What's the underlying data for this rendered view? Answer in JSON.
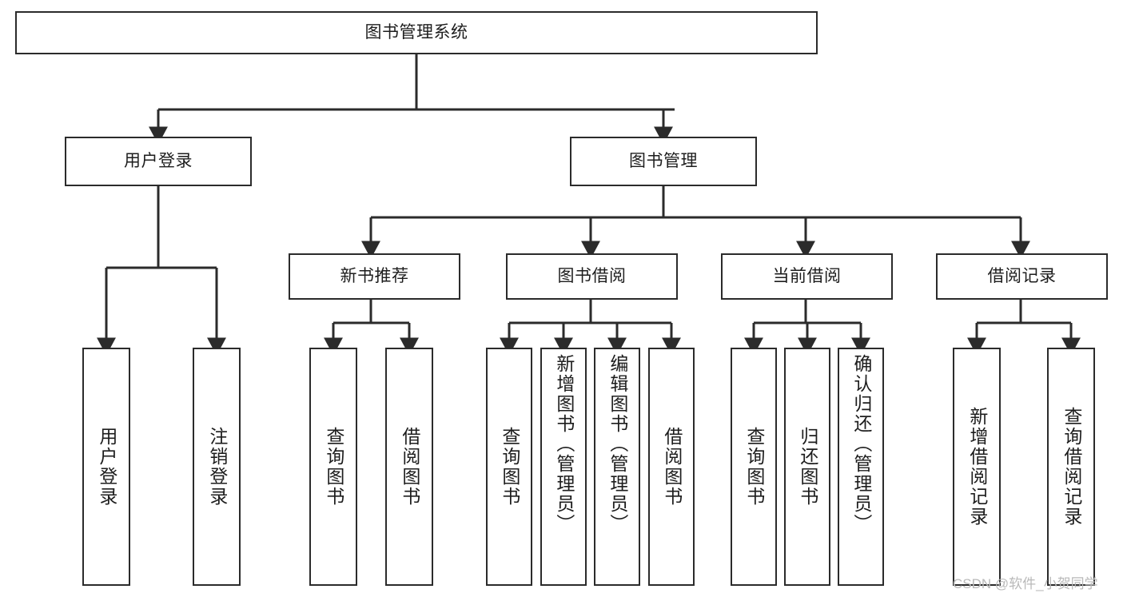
{
  "diagram": {
    "type": "hierarchy-tree",
    "title": "图书管理系统",
    "background_color": "#ffffff",
    "node_border_color": "#2b2b2b",
    "edge_color": "#2b2b2b",
    "nodes": {
      "root": {
        "label": "图书管理系统",
        "level": 0,
        "orientation": "horizontal"
      },
      "user_login": {
        "label": "用户登录",
        "level": 1,
        "orientation": "horizontal"
      },
      "book_manage": {
        "label": "图书管理",
        "level": 1,
        "orientation": "horizontal"
      },
      "new_book_rec": {
        "label": "新书推荐",
        "level": 2,
        "orientation": "horizontal"
      },
      "book_borrow": {
        "label": "图书借阅",
        "level": 2,
        "orientation": "horizontal"
      },
      "current_borrow": {
        "label": "当前借阅",
        "level": 2,
        "orientation": "horizontal"
      },
      "borrow_record": {
        "label": "借阅记录",
        "level": 2,
        "orientation": "horizontal"
      },
      "leaf_user_login": {
        "label": "用户登录",
        "level": 3,
        "orientation": "vertical"
      },
      "leaf_logout": {
        "label": "注销登录",
        "level": 3,
        "orientation": "vertical"
      },
      "leaf_query_book_1": {
        "label": "查询图书",
        "level": 3,
        "orientation": "vertical"
      },
      "leaf_borrow_book_1": {
        "label": "借阅图书",
        "level": 3,
        "orientation": "vertical"
      },
      "leaf_query_book_2": {
        "label": "查询图书",
        "level": 3,
        "orientation": "vertical"
      },
      "leaf_add_book": {
        "label": "新增图书（管理员）",
        "level": 3,
        "orientation": "vertical"
      },
      "leaf_edit_book": {
        "label": "编辑图书（管理员）",
        "level": 3,
        "orientation": "vertical"
      },
      "leaf_borrow_book_2": {
        "label": "借阅图书",
        "level": 3,
        "orientation": "vertical"
      },
      "leaf_query_book_3": {
        "label": "查询图书",
        "level": 3,
        "orientation": "vertical"
      },
      "leaf_return_book": {
        "label": "归还图书",
        "level": 3,
        "orientation": "vertical"
      },
      "leaf_confirm_return": {
        "label": "确认归还（管理员）",
        "level": 3,
        "orientation": "vertical"
      },
      "leaf_add_record": {
        "label": "新增借阅记录",
        "level": 3,
        "orientation": "vertical"
      },
      "leaf_query_record": {
        "label": "查询借阅记录",
        "level": 3,
        "orientation": "vertical"
      }
    },
    "edges": [
      {
        "from": "root",
        "to": "user_login"
      },
      {
        "from": "root",
        "to": "book_manage"
      },
      {
        "from": "book_manage",
        "to": "new_book_rec"
      },
      {
        "from": "book_manage",
        "to": "book_borrow"
      },
      {
        "from": "book_manage",
        "to": "current_borrow"
      },
      {
        "from": "book_manage",
        "to": "borrow_record"
      },
      {
        "from": "user_login",
        "to": "leaf_user_login"
      },
      {
        "from": "user_login",
        "to": "leaf_logout"
      },
      {
        "from": "new_book_rec",
        "to": "leaf_query_book_1"
      },
      {
        "from": "new_book_rec",
        "to": "leaf_borrow_book_1"
      },
      {
        "from": "book_borrow",
        "to": "leaf_query_book_2"
      },
      {
        "from": "book_borrow",
        "to": "leaf_add_book"
      },
      {
        "from": "book_borrow",
        "to": "leaf_edit_book"
      },
      {
        "from": "book_borrow",
        "to": "leaf_borrow_book_2"
      },
      {
        "from": "current_borrow",
        "to": "leaf_query_book_3"
      },
      {
        "from": "current_borrow",
        "to": "leaf_return_book"
      },
      {
        "from": "current_borrow",
        "to": "leaf_confirm_return"
      },
      {
        "from": "borrow_record",
        "to": "leaf_add_record"
      },
      {
        "from": "borrow_record",
        "to": "leaf_query_record"
      }
    ]
  },
  "watermark": {
    "text": "CSDN @软件_小贺同学",
    "color": "#b9b9b9"
  }
}
